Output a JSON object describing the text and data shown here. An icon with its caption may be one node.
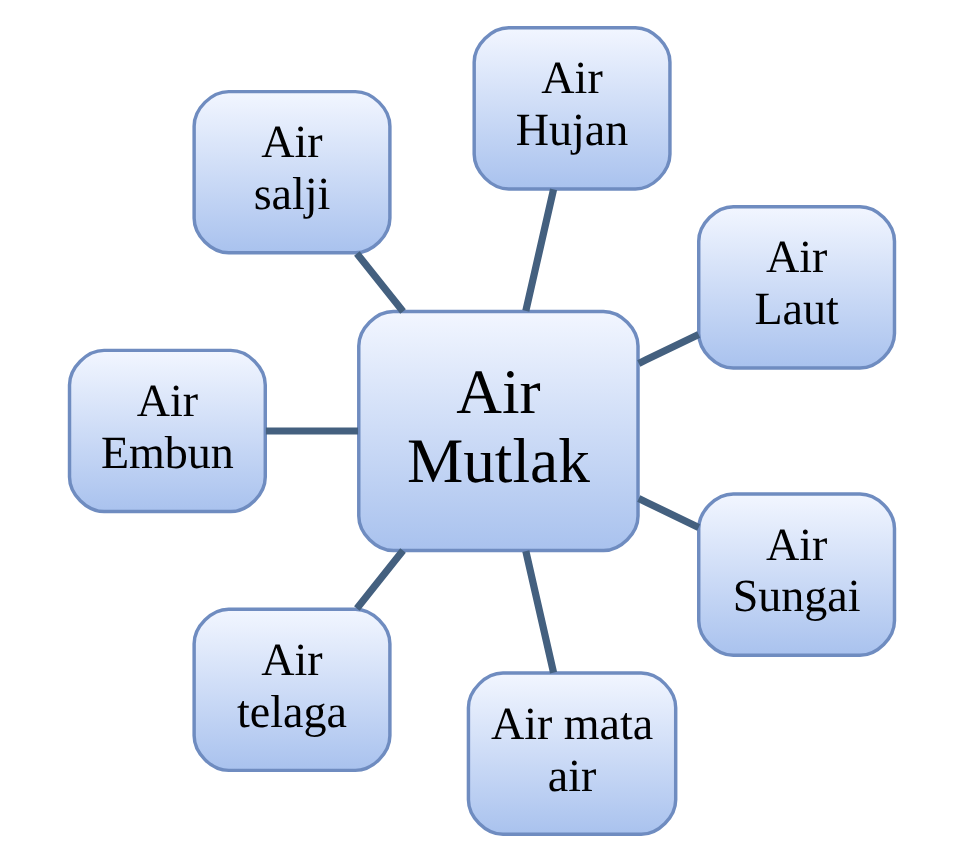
{
  "diagram": {
    "nodes": [
      {
        "text": [
          "Air Hujan"
        ]
      },
      {
        "text": [
          "Air salji"
        ]
      },
      {
        "text": [
          "Air Laut"
        ]
      },
      {
        "text": [
          "Air Mutlak"
        ]
      },
      {
        "text": [
          "Air Embun"
        ]
      },
      {
        "text": [
          "Air Sungai"
        ]
      },
      {
        "text": [
          "Air telaga"
        ]
      },
      {
        "text": [
          "Air mata air"
        ]
      }
    ],
    "edges": [
      {
        "from": 3,
        "to": 0,
        "arrow": "none"
      },
      {
        "from": 3,
        "to": 2,
        "arrow": "none"
      },
      {
        "from": 3,
        "to": 5,
        "arrow": "none"
      },
      {
        "from": 3,
        "to": 7,
        "arrow": "none"
      },
      {
        "from": 3,
        "to": 6,
        "arrow": "none"
      },
      {
        "from": 3,
        "to": 4,
        "arrow": "none"
      },
      {
        "from": 3,
        "to": 1,
        "arrow": "none"
      }
    ]
  }
}
